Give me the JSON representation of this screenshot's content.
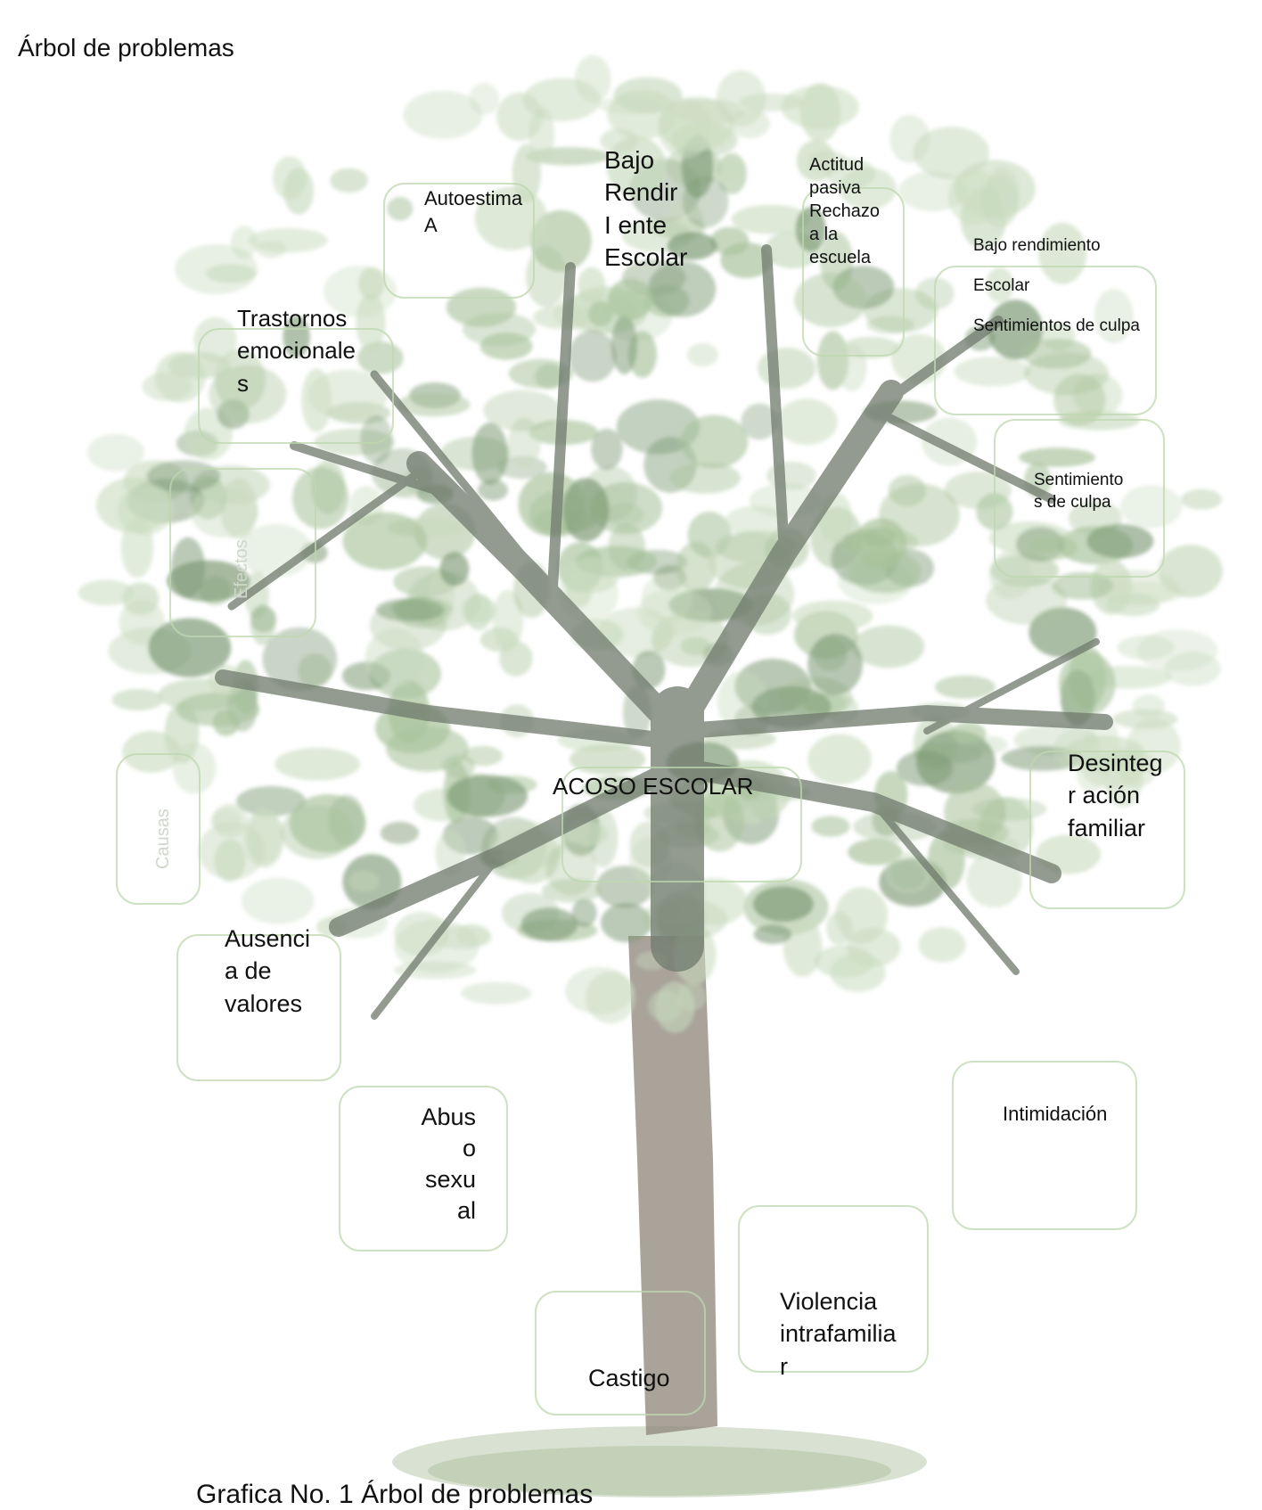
{
  "title": "Árbol de problemas",
  "center_problem": "ACOSO ESCOLAR",
  "effects": {
    "vertical_label": "Efectos",
    "autoestima": "Autoestima\nA",
    "bajo_rendimiento": "Bajo\nRendir\nI ente\nEscolar",
    "actitud": "Actitud\npasiva\nRechazo\na la\nescuela",
    "bajo_rendimiento_2": "Bajo rendimiento",
    "escolar": "Escolar",
    "sentimientos_culpa": "Sentimientos de culpa",
    "trastornos": "Trastornos\nemocionale\ns",
    "sentimiento_2": "Sentimiento\ns de culpa"
  },
  "causes": {
    "vertical_label": "Causas",
    "desintegracion": "Desinteg\nr ación\nfamiliar",
    "ausencia": "Ausenci\na de\nvalores",
    "abuso": "Abus\no\nsexu\nal",
    "intimidacion": "Intimidación",
    "violencia": "Violencia\nintrafamilia\nr",
    "castigo": "Castigo"
  },
  "caption": "Grafica No. 1 Árbol de problemas",
  "colors": {
    "canopy_light": "#c9dbbf",
    "canopy_mid": "#a9c39c",
    "canopy_dark": "#7d9a75",
    "branch": "#6f7a6c",
    "trunk": "#8c8478",
    "box_border": "#bed7af"
  }
}
